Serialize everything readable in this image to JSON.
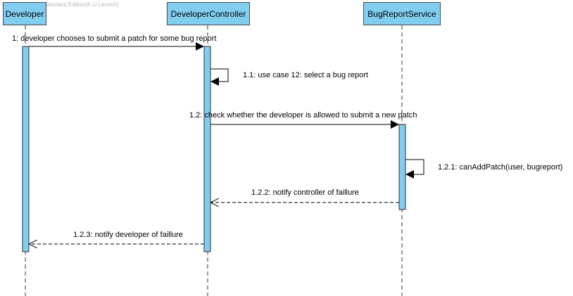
{
  "watermark": "Visual Paradigm Standard Edition(K.U.Leuven)",
  "colors": {
    "lifeline_head_fill": "#80cdf0",
    "activation_fill": "#80cdf0",
    "line": "#303030"
  },
  "lifelines": [
    {
      "name": "Developer"
    },
    {
      "name": "DeveloperController"
    },
    {
      "name": "BugReportService"
    }
  ],
  "messages": [
    {
      "id": "1",
      "label": "1: developer chooses to submit a patch for some bug report",
      "from": "Developer",
      "to": "DeveloperController",
      "type": "sync"
    },
    {
      "id": "1.1",
      "label": "1.1: use case 12: select a bug report",
      "from": "DeveloperController",
      "to": "DeveloperController",
      "type": "self"
    },
    {
      "id": "1.2",
      "label": "1.2: check whether the developer is allowed to submit a new patch",
      "from": "DeveloperController",
      "to": "BugReportService",
      "type": "sync"
    },
    {
      "id": "1.2.1",
      "label": "1.2.1: canAddPatch(user, bugreport)",
      "from": "BugReportService",
      "to": "BugReportService",
      "type": "self"
    },
    {
      "id": "1.2.2",
      "label": "1.2.2: notify controller of faillure",
      "from": "BugReportService",
      "to": "DeveloperController",
      "type": "return"
    },
    {
      "id": "1.2.3",
      "label": "1.2.3: notify developer of faillure",
      "from": "DeveloperController",
      "to": "Developer",
      "type": "return"
    }
  ]
}
